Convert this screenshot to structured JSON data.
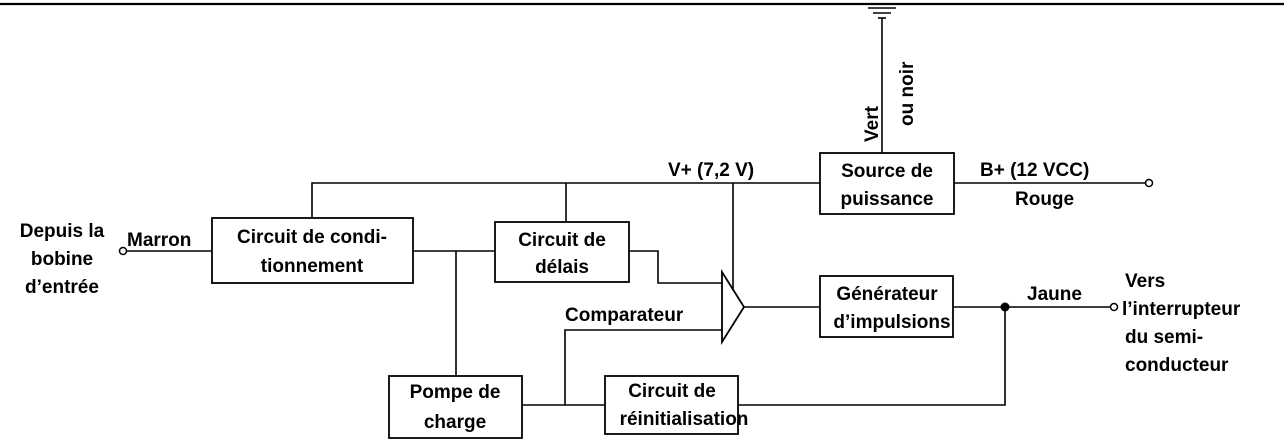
{
  "blocks": {
    "power_source": [
      "Source de",
      "puissance"
    ],
    "conditioning": [
      "Circuit de condi-",
      "tionnement"
    ],
    "delay": [
      "Circuit de",
      "délais"
    ],
    "pulse_generator": [
      "Générateur",
      "d’impulsions"
    ],
    "charge_pump": [
      "Pompe de",
      "charge"
    ],
    "reset": [
      "Circuit de",
      "réinitialisation"
    ]
  },
  "labels": {
    "ground_wire": [
      "Vert",
      "ou noir"
    ],
    "v_plus": "V+ (7,2 V)",
    "b_plus": "B+ (12 VCC)",
    "red": "Rouge",
    "input_source": [
      "Depuis la",
      "bobine",
      "d’entrée"
    ],
    "brown": "Marron",
    "comparator": "Comparateur",
    "yellow": "Jaune",
    "output_destination": [
      "Vers",
      "l’interrupteur",
      "du semi-",
      "conducteur"
    ]
  }
}
